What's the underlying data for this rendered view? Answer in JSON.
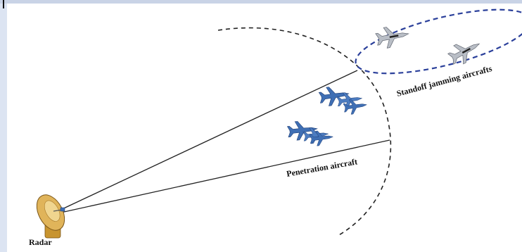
{
  "labels": {
    "radar": "Radar",
    "penetration": "Penetration aircraft",
    "jammers": "Standoff jamming aircrafts"
  },
  "icons": {
    "radar": "radar-dish-icon",
    "jammer": "fighter-jet-icon",
    "penetration": "fighter-jet-icon"
  },
  "colors": {
    "background": "#dce4f2",
    "line": "#222222",
    "boundary": "#222222",
    "orbit": "#2a3f9a",
    "radar_dish": "#e0b45a",
    "penetration_jet": "#3f6fb4",
    "jammer_jet": "#b9bec6"
  }
}
